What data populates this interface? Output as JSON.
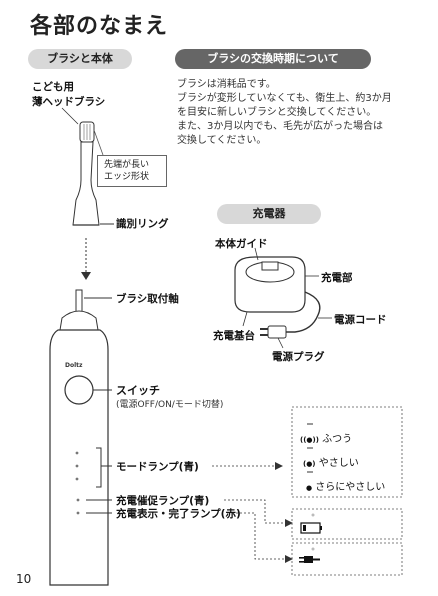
{
  "page": {
    "title": "各部のなまえ",
    "page_number": "10"
  },
  "brush_section": {
    "header": "ブラシと本体",
    "brush_name_line1": "こども用",
    "brush_name_line2": "薄ヘッドブラシ",
    "callout_line1": "先端が長い",
    "callout_line2": "エッジ形状",
    "id_ring": "識別リング",
    "shaft": "ブラシ取付軸",
    "brand": "Doltz",
    "switch_label": "スイッチ",
    "switch_sub": "(電源OFF/ON/モード切替)",
    "mode_lamp": "モードランプ(青)",
    "charge_prompt_lamp": "充電催促ランプ(青)",
    "charge_status_lamp": "充電表示・完了ランプ(赤)"
  },
  "replacement": {
    "header": "ブラシの交換時期について",
    "lines": [
      "ブラシは消耗品です。",
      "ブラシが変形していなくても、衛生上、約3か月",
      "を目安に新しいブラシと交換してください。",
      "また、3か月以内でも、毛先が広がった場合は",
      "交換してください。"
    ]
  },
  "charger": {
    "header": "充電器",
    "body_guide": "本体ガイド",
    "charging_part": "充電部",
    "base": "充電基台",
    "cord": "電源コード",
    "plug": "電源プラグ"
  },
  "modes": {
    "items": [
      {
        "icon": "((●))",
        "label": "ふつう"
      },
      {
        "icon": "(●)",
        "label": "やさしい"
      },
      {
        "icon": "●",
        "label": "さらにやさしい"
      }
    ]
  },
  "colors": {
    "pill_light": "#d8d8d8",
    "pill_dark": "#666666",
    "text": "#222222"
  }
}
